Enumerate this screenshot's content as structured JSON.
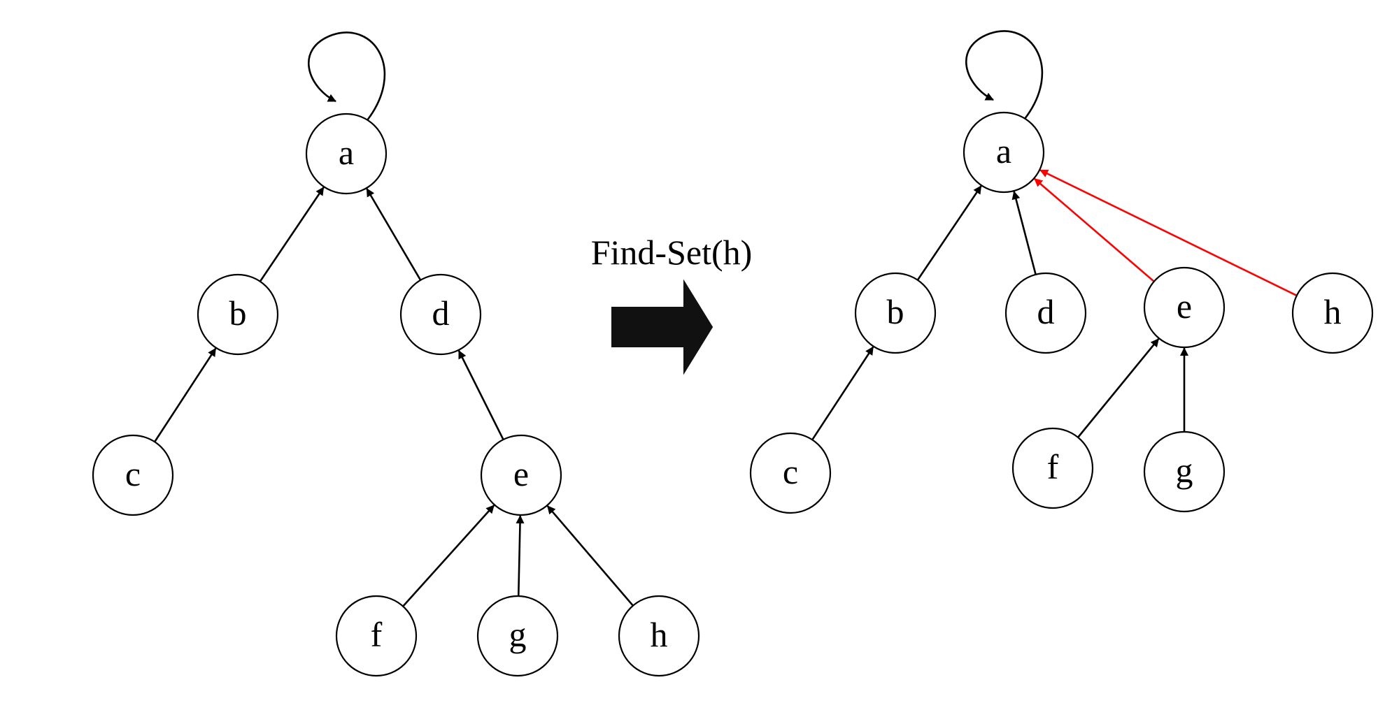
{
  "operation": "Find-Set(h)",
  "colors": {
    "highlight": "#ffff00",
    "normal_fill": "#ffffff",
    "edge_normal": "#000000",
    "edge_compressed": "#ff0000"
  },
  "before": {
    "nodes": [
      {
        "id": "a",
        "label": "a",
        "highlighted": false
      },
      {
        "id": "b",
        "label": "b",
        "highlighted": false
      },
      {
        "id": "d",
        "label": "d",
        "highlighted": false
      },
      {
        "id": "c",
        "label": "c",
        "highlighted": false
      },
      {
        "id": "e",
        "label": "e",
        "highlighted": false
      },
      {
        "id": "f",
        "label": "f",
        "highlighted": false
      },
      {
        "id": "g",
        "label": "g",
        "highlighted": false
      },
      {
        "id": "h",
        "label": "h",
        "highlighted": true
      }
    ],
    "edges": [
      {
        "from": "a",
        "to": "a",
        "type": "self-loop",
        "compressed": false
      },
      {
        "from": "b",
        "to": "a",
        "compressed": false
      },
      {
        "from": "d",
        "to": "a",
        "compressed": false
      },
      {
        "from": "c",
        "to": "b",
        "compressed": false
      },
      {
        "from": "e",
        "to": "d",
        "compressed": false
      },
      {
        "from": "f",
        "to": "e",
        "compressed": false
      },
      {
        "from": "g",
        "to": "e",
        "compressed": false
      },
      {
        "from": "h",
        "to": "e",
        "compressed": false
      }
    ]
  },
  "after": {
    "nodes": [
      {
        "id": "a",
        "label": "a",
        "highlighted": false
      },
      {
        "id": "b",
        "label": "b",
        "highlighted": false
      },
      {
        "id": "d",
        "label": "d",
        "highlighted": false
      },
      {
        "id": "e",
        "label": "e",
        "highlighted": true
      },
      {
        "id": "h",
        "label": "h",
        "highlighted": true
      },
      {
        "id": "c",
        "label": "c",
        "highlighted": false
      },
      {
        "id": "f",
        "label": "f",
        "highlighted": false
      },
      {
        "id": "g",
        "label": "g",
        "highlighted": false
      }
    ],
    "edges": [
      {
        "from": "a",
        "to": "a",
        "type": "self-loop",
        "compressed": false
      },
      {
        "from": "b",
        "to": "a",
        "compressed": false
      },
      {
        "from": "d",
        "to": "a",
        "compressed": false
      },
      {
        "from": "e",
        "to": "a",
        "compressed": true
      },
      {
        "from": "h",
        "to": "a",
        "compressed": true
      },
      {
        "from": "c",
        "to": "b",
        "compressed": false
      },
      {
        "from": "f",
        "to": "e",
        "compressed": false
      },
      {
        "from": "g",
        "to": "e",
        "compressed": false
      }
    ]
  }
}
